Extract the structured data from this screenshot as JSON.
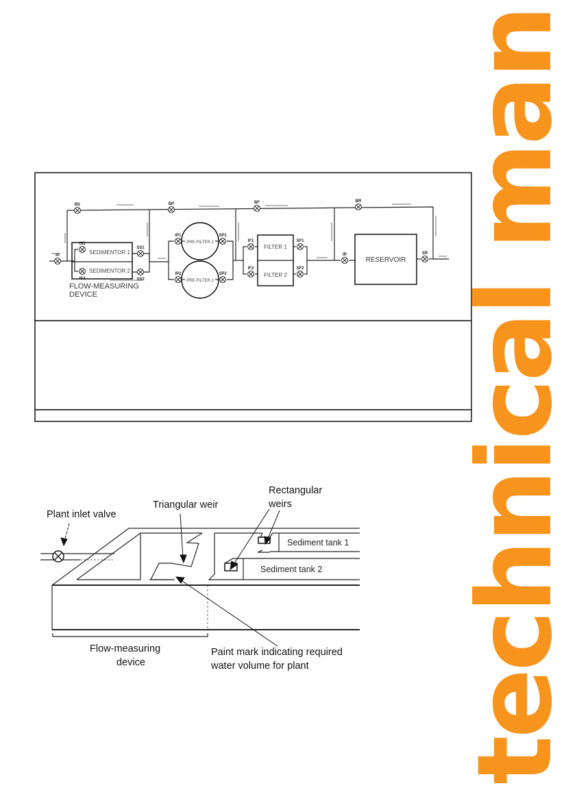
{
  "banner": {
    "text": "technical manual",
    "color": "#f7941d"
  },
  "figure1": {
    "valves": {
      "IP": "IP",
      "BS": "BS",
      "BP": "BP",
      "BF": "BF",
      "BR": "BR",
      "IS1": "IS1",
      "IS2": "IS2",
      "SS1": "SS1",
      "SS2": "SS2",
      "IP1": "IP1",
      "IP2": "IP2",
      "SP1": "SP1",
      "SP2": "SP2",
      "IF1": "IF1",
      "IF2": "IF2",
      "SF1": "SF1",
      "SF2": "SF2",
      "IR": "IR",
      "SR": "SR"
    },
    "units": {
      "sedimentor1": "SEDIMENTOR 1",
      "sedimentor2": "SEDIMENTOR 2",
      "prefilter1": "PRE-FILTER 1",
      "prefilter2": "PRE-FILTER 2",
      "filter1": "FILTER 1",
      "filter2": "FILTER 2",
      "reservoir": "RESERVOIR"
    },
    "flow_label_1": "FLOW-MEASURING",
    "flow_label_2": "DEVICE"
  },
  "figure2": {
    "plant_inlet_valve": "Plant inlet valve",
    "triangular_weir": "Triangular weir",
    "rectangular_1": "Rectangular",
    "rectangular_2": "weirs",
    "tank1": "Sediment tank 1",
    "tank2": "Sediment tank 2",
    "flow_1": "Flow-measuring",
    "flow_2": "device",
    "paint_1": "Paint mark indicating required",
    "paint_2": "water volume for plant"
  }
}
